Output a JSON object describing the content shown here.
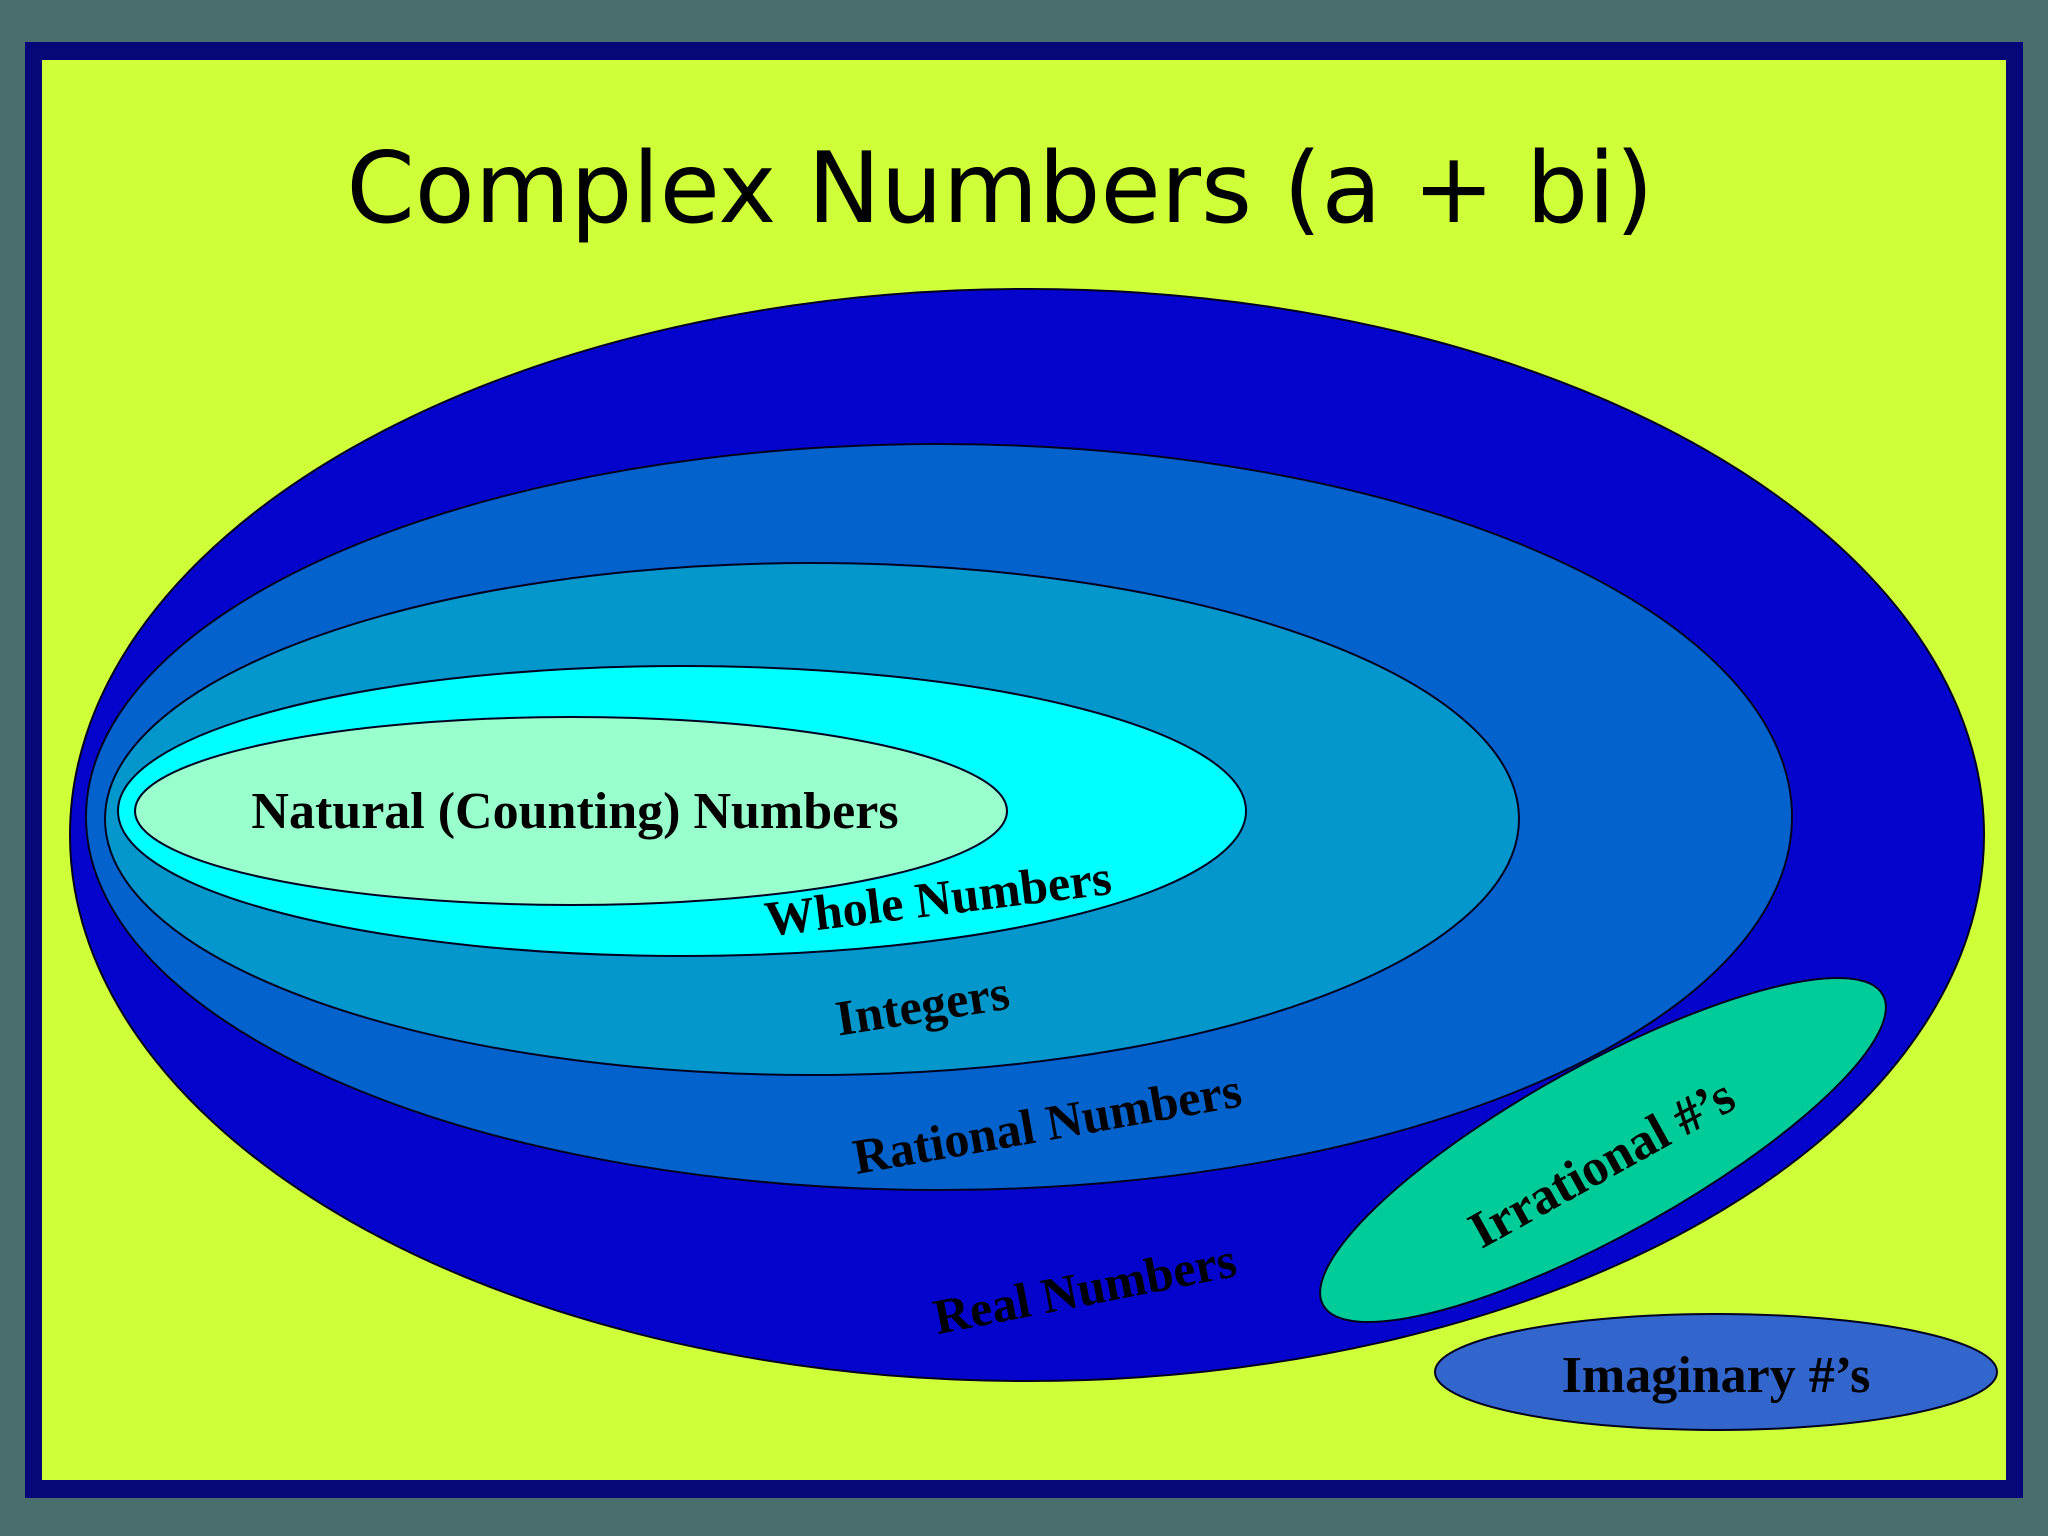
{
  "title": "Complex Numbers (a + bi)",
  "sets": {
    "real": {
      "label": "Real Numbers",
      "color": "#0404cc"
    },
    "rational": {
      "label": "Rational Numbers",
      "color": "#0462cc"
    },
    "integers": {
      "label": "Integers",
      "color": "#0397cc"
    },
    "whole": {
      "label": "Whole Numbers",
      "color": "#00ffff"
    },
    "natural": {
      "label": "Natural (Counting) Numbers",
      "color": "#99ffcc"
    },
    "irrational": {
      "label": "Irrational #’s",
      "color": "#00cc99"
    },
    "imaginary": {
      "label": "Imaginary #’s",
      "color": "#3366cc"
    }
  },
  "colors": {
    "background": "#cfff38",
    "frame": "#06087a",
    "outer": "#4a6e6c"
  }
}
